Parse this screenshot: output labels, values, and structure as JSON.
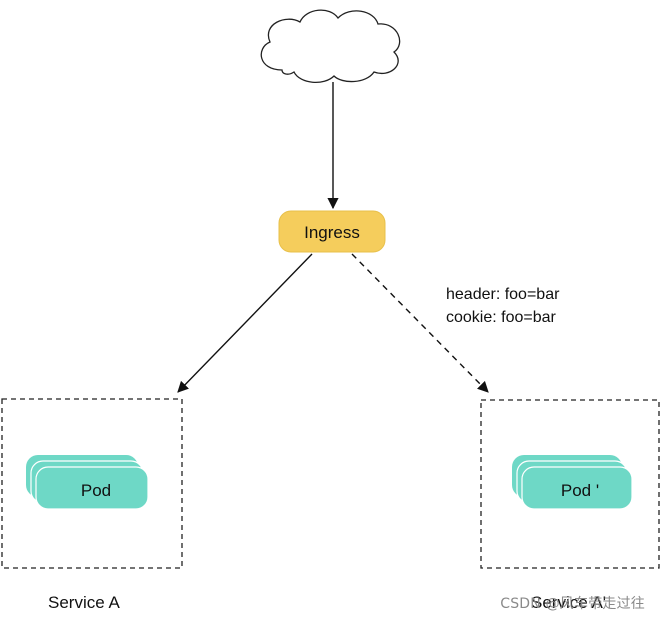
{
  "ingress": {
    "label": "Ingress"
  },
  "rules": {
    "header": "header: foo=bar",
    "cookie": "cookie: foo=bar"
  },
  "service_a": {
    "label": "Service A",
    "pod_label": "Pod"
  },
  "service_a_prime": {
    "label": "Service A'",
    "pod_label": "Pod '"
  },
  "watermark": "CSDN @风车带走过往",
  "colors": {
    "ingress_fill": "#f5cd5c",
    "pod_fill": "#6ed8c6",
    "line": "#111111"
  },
  "icons": {
    "internet": "cloud-icon"
  }
}
